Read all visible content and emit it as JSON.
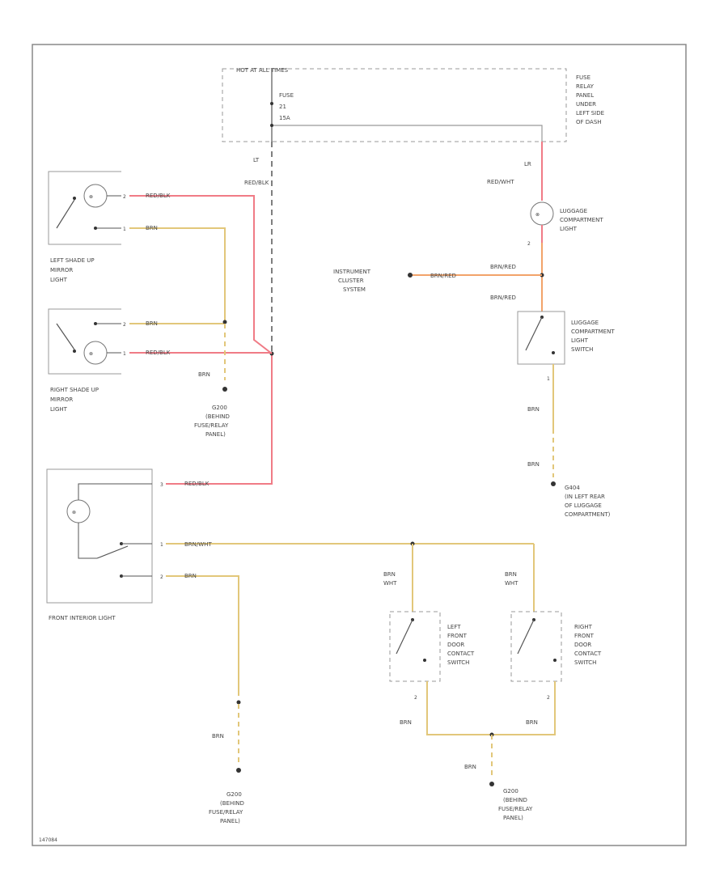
{
  "colors": {
    "red_wire": "#f07b86",
    "tan_wire": "#e2c77a",
    "orange_wire": "#f2a36a",
    "black_wire": "#555555",
    "frame": "#888888",
    "text": "#444444"
  },
  "fuse_panel": {
    "header": "HOT AT ALL TIMES",
    "fuse_label_1": "FUSE",
    "fuse_label_2": "21",
    "fuse_label_3": "15A",
    "panel_label_lines": [
      "FUSE",
      "RELAY",
      "PANEL",
      "UNDER",
      "LEFT SIDE",
      "OF DASH"
    ]
  },
  "wires": {
    "lt_left": "LT",
    "red_blk_vertical": "RED/BLK",
    "lt_right": "LR",
    "red_wht": "RED/WHT",
    "left_mirror_red": "RED/BLK",
    "left_mirror_brn": "BRN",
    "right_mirror_brn": "BRN",
    "right_mirror_red": "RED/BLK",
    "ground_mirror_brn": "BRN",
    "brn_red_cluster": "BRN/RED",
    "brn_red_upper": "BRN/RED",
    "brn_red_lower": "BRN/RED",
    "luggage_brn_1": "BRN",
    "luggage_brn_2": "BRN",
    "front_red_blk": "RED/BLK",
    "front_brn_wht": "BRN/WHT",
    "front_brn": "BRN",
    "left_door_wire_1": "BRN",
    "left_door_wire_2": "WHT",
    "right_door_wire_1": "BRN",
    "right_door_wire_2": "WHT",
    "front_ground_brn": "BRN",
    "door_left_bottom_brn": "BRN",
    "door_right_bottom_brn": "BRN",
    "door_ground_brn": "BRN"
  },
  "components": {
    "left_mirror": [
      "LEFT SHADE UP",
      "MIRROR",
      "LIGHT"
    ],
    "right_mirror": [
      "RIGHT SHADE UP",
      "MIRROR",
      "LIGHT"
    ],
    "luggage_light": [
      "LUGGAGE",
      "COMPARTMENT",
      "LIGHT"
    ],
    "instrument_cluster": [
      "INSTRUMENT",
      "CLUSTER",
      "SYSTEM"
    ],
    "luggage_switch": [
      "LUGGAGE",
      "COMPARTMENT",
      "LIGHT",
      "SWITCH"
    ],
    "front_interior": "FRONT INTERIOR LIGHT",
    "left_door_switch": [
      "LEFT",
      "FRONT",
      "DOOR",
      "CONTACT",
      "SWITCH"
    ],
    "right_door_switch": [
      "RIGHT",
      "FRONT",
      "DOOR",
      "CONTACT",
      "SWITCH"
    ]
  },
  "grounds": {
    "mirror_ground": [
      "G200",
      "(BEHIND",
      "FUSE/RELAY",
      "PANEL)"
    ],
    "luggage_ground": [
      "G404",
      "(IN LEFT REAR",
      "OF LUGGAGE",
      "COMPARTMENT)"
    ],
    "front_ground": [
      "G200",
      "(BEHIND",
      "FUSE/RELAY",
      "PANEL)"
    ],
    "door_ground": [
      "G200",
      "(BEHIND",
      "FUSE/RELAY",
      "PANEL)"
    ]
  },
  "pins": {
    "lm_top": "2",
    "lm_bot": "1",
    "rm_top": "2",
    "rm_bot": "1",
    "lug_light_bottom": "2",
    "lug_switch_bottom": "1",
    "fi_1": "3",
    "fi_2": "1",
    "fi_3": "2",
    "ld_bottom": "2",
    "rd_bottom": "2"
  },
  "footer_id": "147084"
}
